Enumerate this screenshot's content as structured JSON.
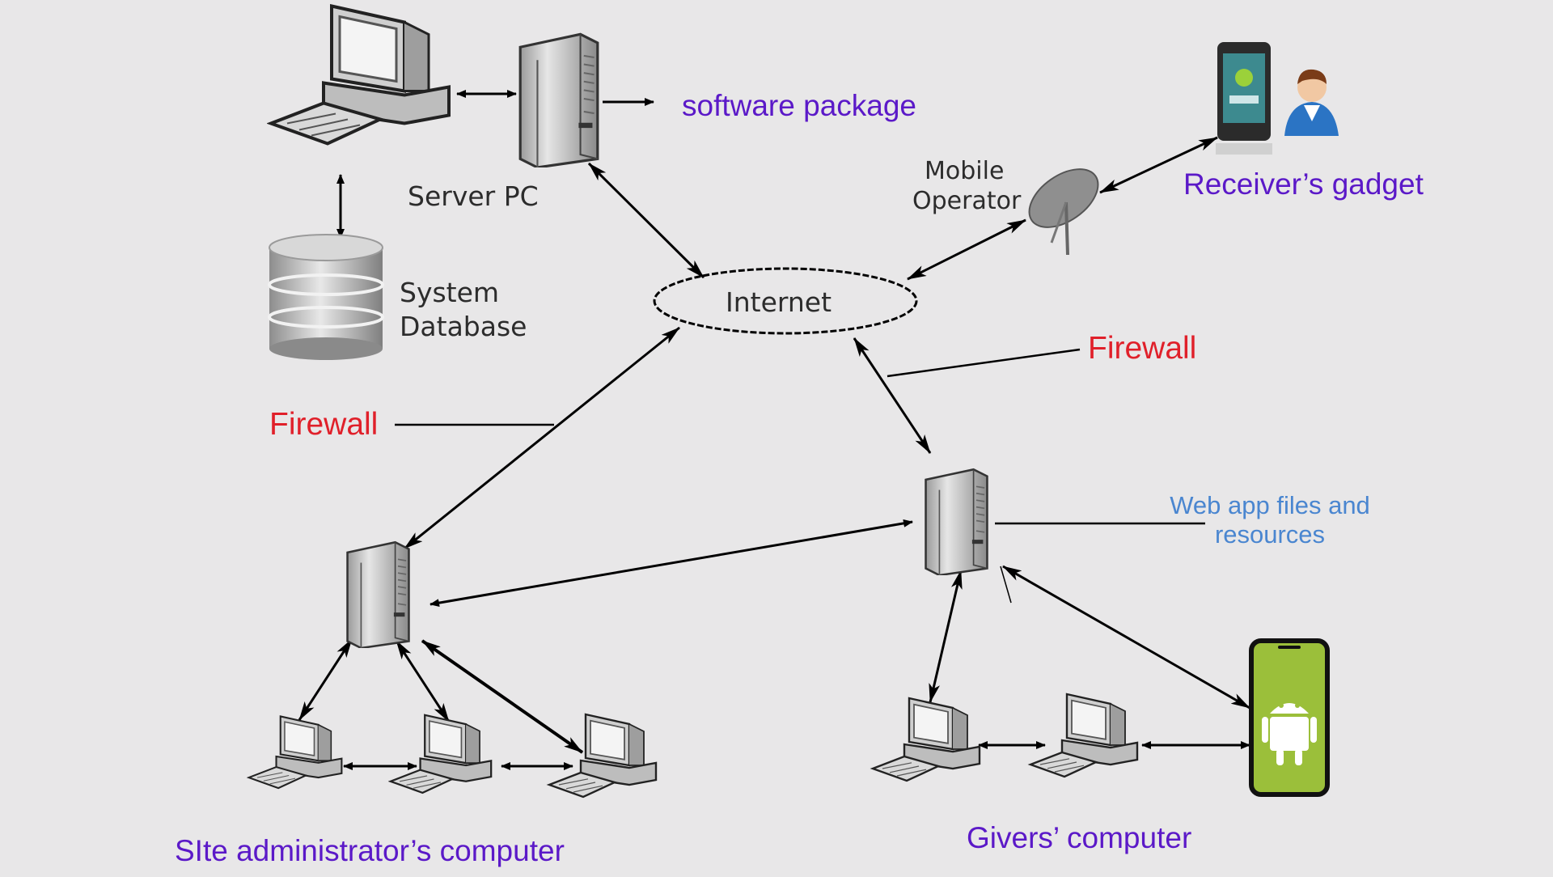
{
  "labels": {
    "software_package": "software package",
    "server_pc": "Server PC",
    "system_database_line1": "System",
    "system_database_line2": "Database",
    "internet": "Internet",
    "mobile_operator_line1": "Mobile",
    "mobile_operator_line2": "Operator",
    "receivers_gadget": "Receiver’s gadget",
    "firewall_left": "Firewall",
    "firewall_right": "Firewall",
    "web_app_line1": "Web app files and",
    "web_app_line2": "resources",
    "site_admin": "SIte administrator’s computer",
    "givers_computer": "Givers’ computer"
  },
  "colors": {
    "purple_labels": "#5b19c8",
    "firewall_red": "#e0202a",
    "web_app_blue": "#4a86d0",
    "android_green": "#9bbf3a",
    "background": "#e8e7e8"
  },
  "icons": [
    "desktop-computer-icon",
    "server-tower-icon",
    "database-icon",
    "satellite-dish-icon",
    "mobile-phone-icon",
    "user-avatar-icon",
    "android-phone-icon",
    "workstation-icon"
  ]
}
